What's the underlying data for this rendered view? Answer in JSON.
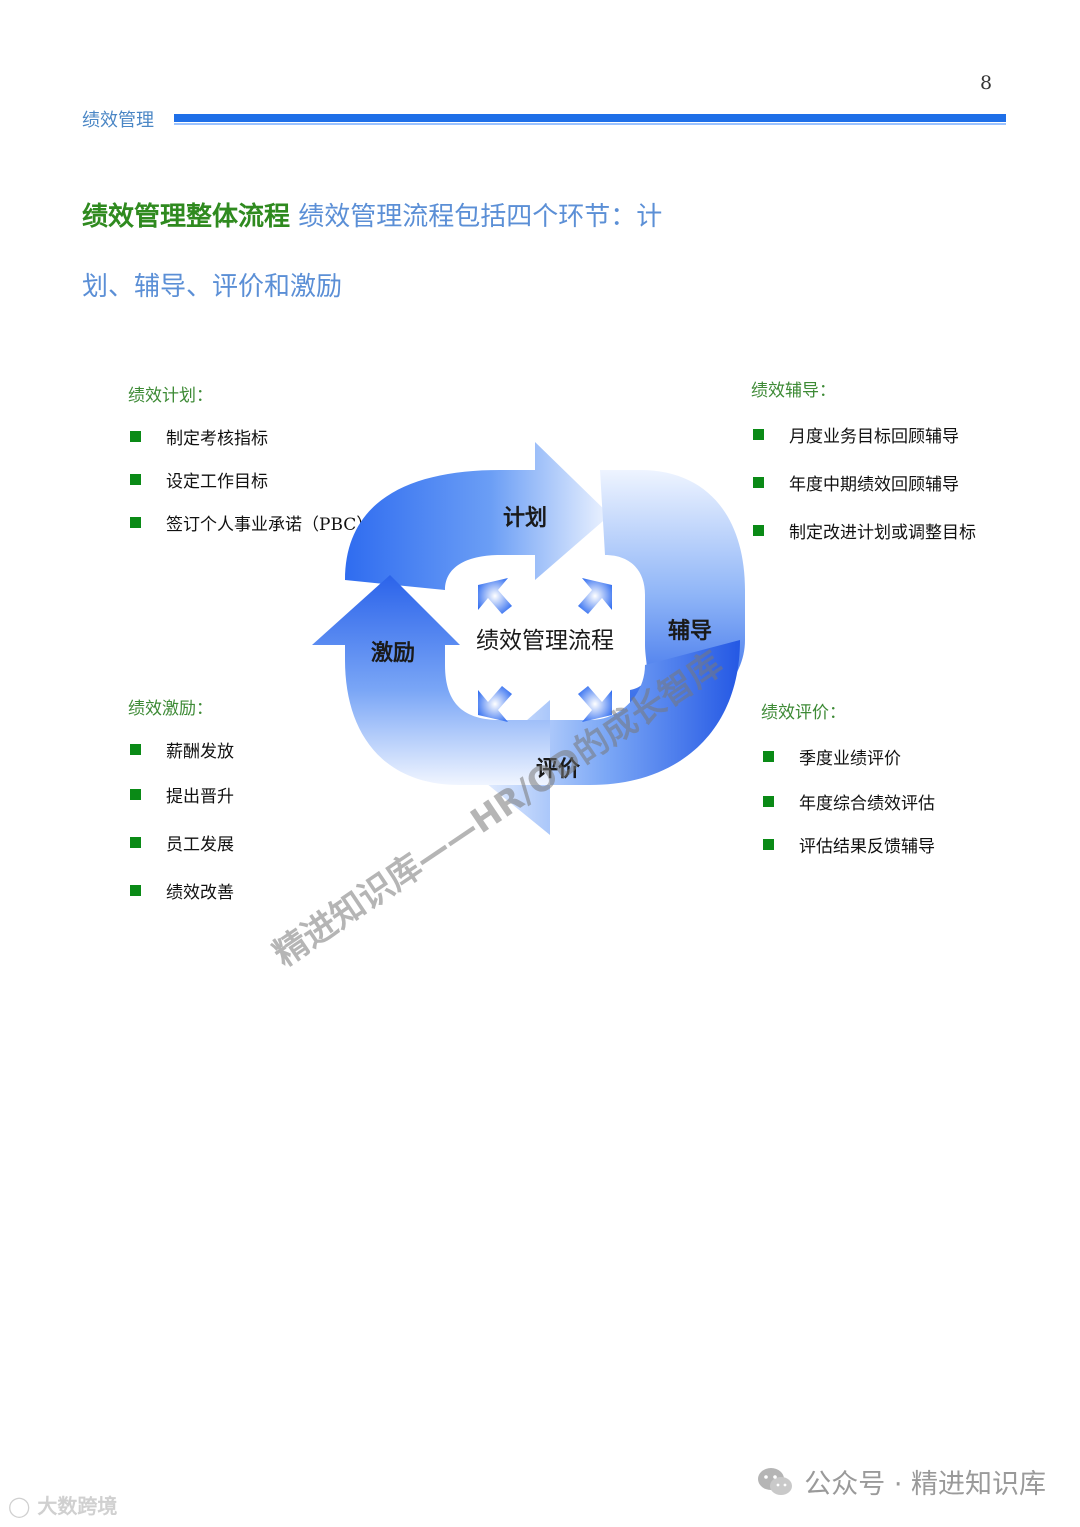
{
  "header": {
    "page_number": "8",
    "section_label": "绩效管理"
  },
  "title": {
    "green_part": "绩效管理整体流程",
    "blue_part_line1": "绩效管理流程包括四个环节：计",
    "blue_part_line2": "划、辅导、评价和激励"
  },
  "diagram": {
    "center_label": "绩效管理流程",
    "stage_plan": "计划",
    "stage_coach": "辅导",
    "stage_evaluate": "评价",
    "stage_incentive": "激励",
    "colors": {
      "cycle_light": "#e9f1ff",
      "cycle_dark": "#1f5fe6"
    }
  },
  "boxes": {
    "plan": {
      "title": "绩效计划：",
      "items": [
        "制定考核指标",
        "设定工作目标",
        "签订个人事业承诺（PBC）"
      ]
    },
    "coach": {
      "title": "绩效辅导：",
      "items": [
        "月度业务目标回顾辅导",
        "年度中期绩效回顾辅导",
        "制定改进计划或调整目标"
      ]
    },
    "incentive": {
      "title": "绩效激励：",
      "items": [
        "薪酬发放",
        "提出晋升",
        "员工发展",
        "绩效改善"
      ]
    },
    "evaluate": {
      "title": "绩效评价：",
      "items": [
        "季度业绩评价",
        "年度综合绩效评估",
        "评估结果反馈辅导"
      ]
    }
  },
  "watermark": {
    "text": "精进知识库——HR/OD的成长智库"
  },
  "footer": {
    "wechat_text": "公众号 · 精进知识库",
    "logo_text": "大数跨境"
  }
}
